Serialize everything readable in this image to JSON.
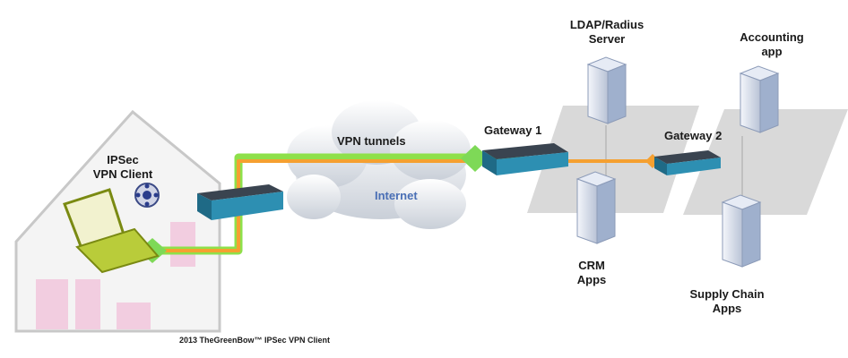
{
  "labels": {
    "ipsec_client_line1": "IPSec",
    "ipsec_client_line2": "VPN Client",
    "vpn_tunnels": "VPN tunnels",
    "internet": "Internet",
    "gateway1": "Gateway 1",
    "gateway2": "Gateway 2",
    "ldap_line1": "LDAP/Radius",
    "ldap_line2": "Server",
    "accounting_line1": "Accounting",
    "accounting_line2": "app",
    "crm_line1": "CRM",
    "crm_line2": "Apps",
    "supply_line1": "Supply Chain",
    "supply_line2": "Apps"
  },
  "caption": "2013   TheGreenBow™   IPSec  VPN Client",
  "colors": {
    "tunnel_green": "#8ee04a",
    "tunnel_orange": "#f5a030",
    "internet_text": "#4a6fb5",
    "house_pink": "#f2cde0",
    "platform_gray": "#d9d9d9"
  },
  "icons": [
    "house-icon",
    "laptop-icon",
    "vpn-client-logo-icon",
    "router-icon",
    "cloud-icon",
    "server-icon"
  ]
}
